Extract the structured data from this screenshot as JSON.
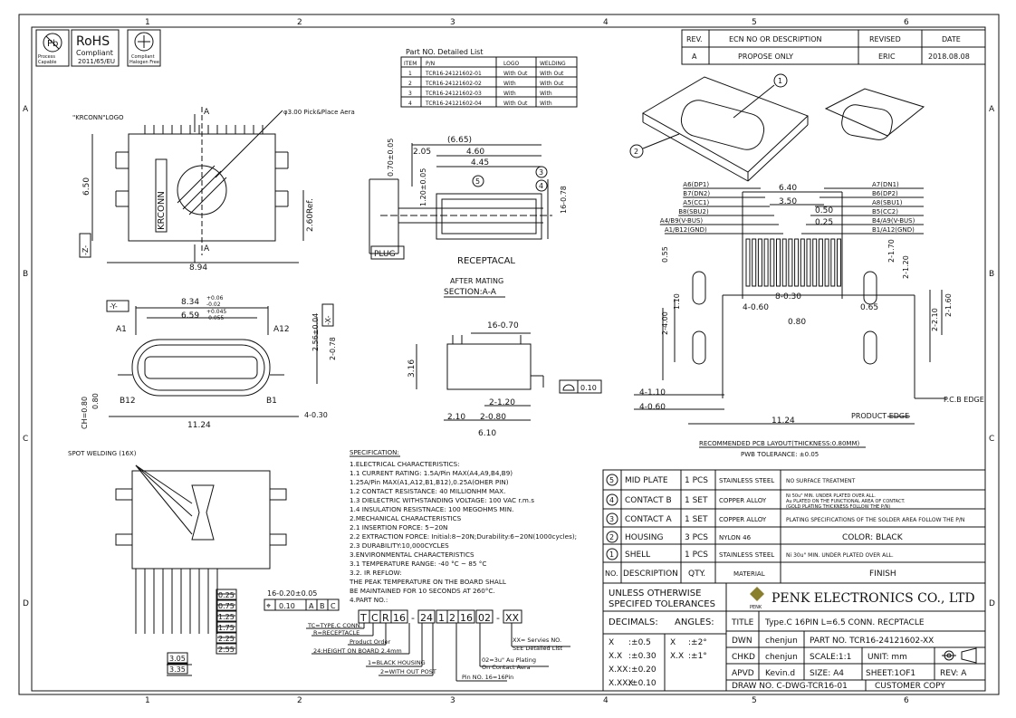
{
  "grid": {
    "cols": [
      "1",
      "2",
      "3",
      "4",
      "5",
      "6"
    ],
    "rows": [
      "A",
      "B",
      "C",
      "D"
    ]
  },
  "logos": {
    "pb_label": "Pb",
    "pb_caption": [
      "Process",
      "Capable"
    ],
    "rohs_title": "RoHS",
    "rohs_line1": "Compliant",
    "rohs_line2": "2011/65/EU",
    "halogen_caption": [
      "Compliant",
      "Halogen Free"
    ]
  },
  "revision": {
    "headers": [
      "REV.",
      "ECN NO OR DESCRIPTION",
      "REVISED",
      "DATE"
    ],
    "row": [
      "A",
      "PROPOSE ONLY",
      "ERIC",
      "2018.08.08"
    ]
  },
  "part_list": {
    "title": "Part NO. Detailed List",
    "headers": [
      "ITEM",
      "P/N",
      "LOGO",
      "WELDING"
    ],
    "rows": [
      [
        "1",
        "TCR16-24121602-01",
        "With Out",
        "With Out"
      ],
      [
        "2",
        "TCR16-24121602-02",
        "With",
        "With Out"
      ],
      [
        "3",
        "TCR16-24121602-03",
        "With",
        "With"
      ],
      [
        "4",
        "TCR16-24121602-04",
        "With Out",
        "With"
      ]
    ]
  },
  "top_view": {
    "logo_label": "\"KRCONN\"LOGO",
    "pick_label": "φ3.00 Pick&Place Aera",
    "brand": "KRCONN",
    "dims": [
      "6.50",
      "2.60Ref.",
      "8.94"
    ],
    "axis_z": "-Z-",
    "section_a": "A"
  },
  "front_view": {
    "axis_y": "-Y-",
    "axis_x": "-X-",
    "dim_834": "8.34",
    "dim_834_tol": [
      "+0.06",
      "-0.02"
    ],
    "dim_659": "6.59",
    "dim_659_tol": [
      "+0.045",
      "-0.055"
    ],
    "dim_256": "2.56±0.04",
    "dim_278": "2-0.78",
    "pins": [
      "A1",
      "A12",
      "B12",
      "B1"
    ],
    "dim_ch": "CH=0.80",
    "dim_080": "0.80",
    "dim_430": "4-0.30",
    "dim_1124": "11.24"
  },
  "section": {
    "dims": [
      "(6.65)",
      "2.05",
      "4.60",
      "4.45",
      "0.70±0.05",
      "1.20±0.05",
      "16-0.78"
    ],
    "callouts": [
      "3",
      "4",
      "5"
    ],
    "plug": "PLUG",
    "receptacle": "RECEPTACAL",
    "after": "AFTER MATING",
    "section_name": "SECTION:A-A"
  },
  "side_view": {
    "dims": [
      "16-0.70",
      "3.16",
      "2-1.20",
      "2.10",
      "2-0.80",
      "6.10"
    ],
    "flatness": "0.10"
  },
  "iso": {
    "callouts": [
      "1",
      "2"
    ]
  },
  "pcb": {
    "left_pins": [
      "A6(DP1)",
      "B7(DN2)",
      "A5(CC1)",
      "B8(SBU2)",
      "A4/B9(V-BUS)",
      "A1/B12(GND)"
    ],
    "right_pins": [
      "A7(DN1)",
      "B6(DP2)",
      "A8(SBU1)",
      "B5(CC2)",
      "B4/A9(V-BUS)",
      "B1/A12(GND)"
    ],
    "dims": [
      "6.40",
      "3.50",
      "0.50",
      "0.25",
      "2-1.70",
      "2-1.20",
      "0.55",
      "1.10",
      "2-4.00",
      "8-0.30",
      "4-0.60",
      "0.65",
      "0.80",
      "2-2.10",
      "2-1.60",
      "4-1.10",
      "4-0.60",
      "11.24"
    ],
    "pcb_edge": "P.C.B EDGE",
    "product_edge": "PRODUCT EDGE",
    "title": "RECOMMENDED PCB LAYOUT(THICKNESS:0.80MM)",
    "tolerance": "PWB TOLERANCE: ±0.05"
  },
  "bottom_view": {
    "spot": "SPOT WELDING (16X)",
    "dims": [
      "0.25",
      "0.75",
      "1.25",
      "1.75",
      "2.25",
      "2.55",
      "3.05",
      "3.35"
    ],
    "pos_tol": "16-0.20±0.05",
    "frame": [
      "⌖",
      "0.10",
      "A",
      "B",
      "C"
    ]
  },
  "spec": {
    "title": "SPECIFICATION:",
    "lines": [
      "1.ELECTRICAL CHARACTERISTICS:",
      "1.1 CURRENT RATING: 1.5A/Pin MAX(A4,A9,B4,B9)",
      "       1.25A/Pin MAX(A1,A12,B1,B12),0.25A(OHER PIN)",
      "1.2 CONTACT RESISTANCE: 40 MILLIONHM MAX.",
      "1.3 DIELECTRIC WITHSTANDING VOLTAGE: 100 VAC r.m.s",
      "1.4 INSULATION RESISTNACE: 100 MEGOHMS MIN.",
      "2.MECHANICAL CHARACTERISTICS",
      "2.1 INSERTION FORCE: 5~20N",
      "2.2 EXTRACTION FORCE: Initial:8~20N;Durability:6~20N(1000cycles);",
      "2.3 DURABILITY:10,000CYCLES",
      "3.ENVIRONMENTAL   CHARACTERISTICS",
      "3.1 TEMPERATURE RANGE: -40 °C ~ 85 °C",
      "3.2. IR REFLOW:",
      "      THE PEAK TEMPERATURE ON THE BOARD SHALL",
      "      BE MAINTAINED FOR 10 SECONDS AT 260°C.",
      "4.PART NO.:"
    ]
  },
  "part_no": {
    "chars": [
      "T",
      "C",
      "R",
      "16",
      "-",
      "24",
      "1",
      "2",
      "16",
      "02",
      "-",
      "XX"
    ],
    "notes": [
      "TC=TYPE.C CONN.",
      "R=RECEPTACLE",
      "Product Order",
      "24:HEIGHT ON BOARD 2.4mm",
      "1=BLACK HOUSING",
      "2=WITH OUT POST",
      "Pin NO. 16=16Pin",
      "02=3u\" Au Plating",
      "On Contact Aera",
      "XX= Servies NO.",
      "SEE Detailed List"
    ]
  },
  "bom": {
    "rows": [
      {
        "no": "5",
        "desc": "MID PLATE",
        "qty": "1 PCS",
        "mat": "STAINLESS STEEL",
        "fin": [
          "NO SURFACE TREATMENT"
        ]
      },
      {
        "no": "4",
        "desc": "CONTACT B",
        "qty": "1 SET",
        "mat": "COPPER ALLOY",
        "fin": [
          "Ni 50u\" MIN. UNDER PLATED OVER ALL.",
          "Au PLATED ON THE FUNCTIONAL AREA OF CONTACT.",
          "(GOLD PLATING THICKNESS FOLLOW THE P/N)"
        ]
      },
      {
        "no": "3",
        "desc": "CONTACT A",
        "qty": "1 SET",
        "mat": "COPPER ALLOY",
        "fin": [
          "PLATING SPECIFICATIONS OF THE SOLDER AREA FOLLOW THE P/N"
        ]
      },
      {
        "no": "2",
        "desc": "HOUSING",
        "qty": "3 PCS",
        "mat": "NYLON 46",
        "fin": [
          "COLOR: BLACK"
        ]
      },
      {
        "no": "1",
        "desc": "SHELL",
        "qty": "1 PCS",
        "mat": "STAINLESS STEEL",
        "fin": [
          "Ni 30u\" MIN. UNDER PLATED OVER ALL."
        ]
      }
    ],
    "headers": [
      "NO.",
      "DESCRIPTION",
      "QTY.",
      "MATERIAL",
      "FINISH"
    ]
  },
  "title_block": {
    "unless": "UNLESS OTHERWISE",
    "specified": "SPECIFED TOLERANCES",
    "company": "PENK ELECTRONICS CO., LTD",
    "penk": "PENK",
    "decimals_label": "DECIMALS:",
    "angles_label": "ANGLES:",
    "tolerances": [
      [
        "X",
        ":±0.5"
      ],
      [
        "X.X",
        ":±0.30"
      ],
      [
        "X.XX",
        ":±0.20"
      ],
      [
        "X.XXX",
        ":±0.10"
      ]
    ],
    "angles": [
      [
        "X",
        ":±2°"
      ],
      [
        "X.X",
        ":±1°"
      ]
    ],
    "title_label": "TITLE",
    "title_value": "Type.C 16PIN L=6.5 CONN. RECPTACLE",
    "dwn_label": "DWN",
    "dwn_value": "chenjun",
    "part_label": "PART NO. TCR16-24121602-XX",
    "chkd_label": "CHKD",
    "chkd_value": "chenjun",
    "scale": "SCALE:1:1",
    "unit": "UNIT:  mm",
    "apvd_label": "APVD",
    "apvd_value": "Kevin.d",
    "size": "SIZE: A4",
    "sheet": "SHEET:1OF1",
    "rev": "REV: A",
    "draw_no": "DRAW NO. C-DWG-TCR16-01",
    "copy": "CUSTOMER COPY"
  }
}
